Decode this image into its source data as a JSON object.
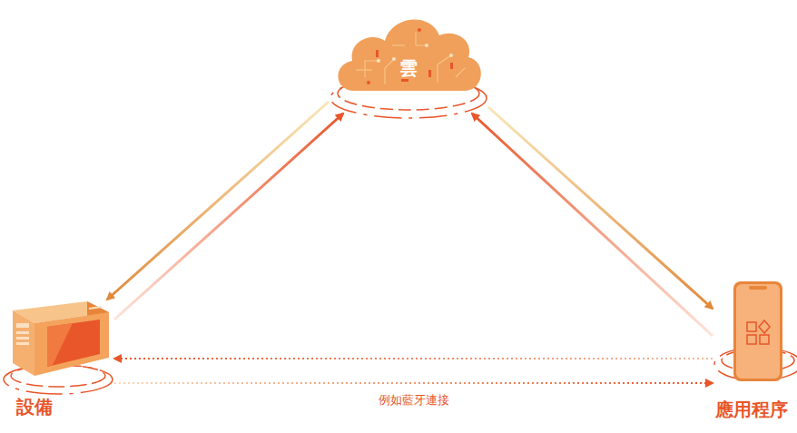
{
  "diagram": {
    "nodes": [
      {
        "text": [
          "雲"
        ]
      },
      {
        "text": [
          "設備"
        ]
      },
      {
        "text": [
          "應用程序"
        ]
      }
    ],
    "edges": [
      {
        "from": 0,
        "to": 1,
        "arrow": "to"
      },
      {
        "from": 1,
        "to": 0,
        "arrow": "to"
      },
      {
        "from": 0,
        "to": 2,
        "arrow": "to"
      },
      {
        "from": 2,
        "to": 0,
        "arrow": "to"
      },
      {
        "from": 2,
        "to": 1,
        "arrow": "to"
      },
      {
        "from": 1,
        "to": 2,
        "label": "例如藍牙連接",
        "arrow": "to"
      }
    ]
  }
}
